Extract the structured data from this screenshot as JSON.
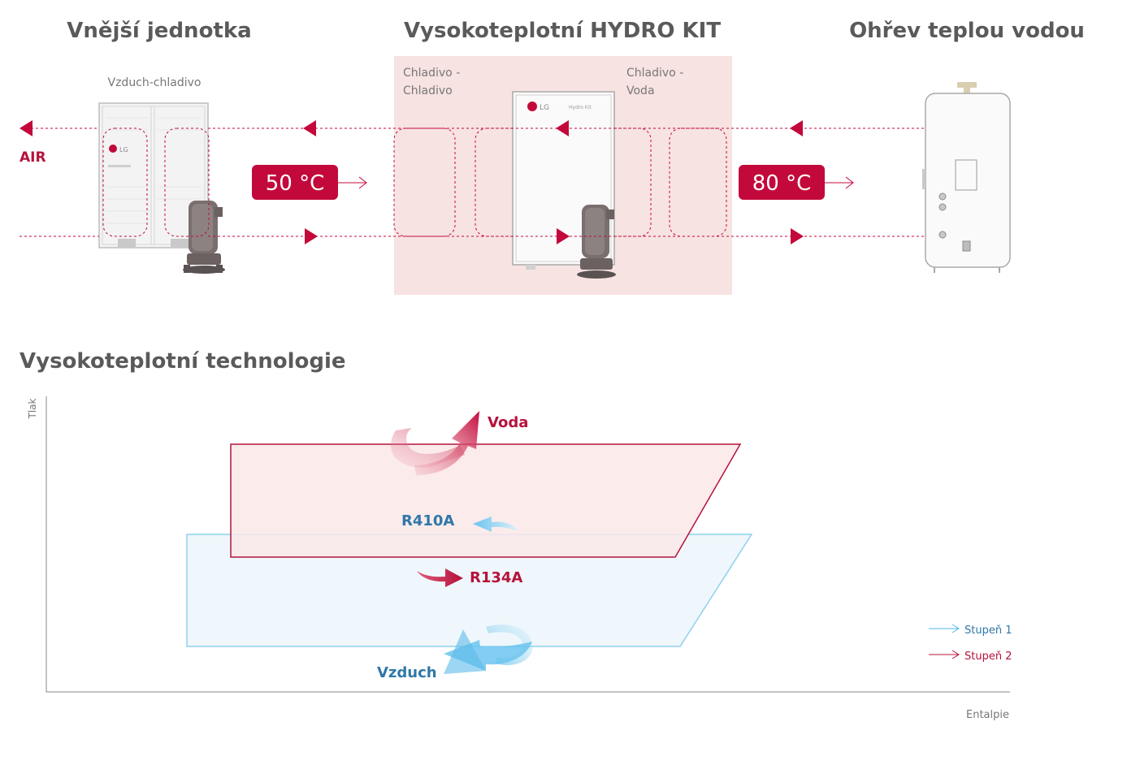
{
  "colors": {
    "accent": "#c3093b",
    "accent_dark": "#a40f37",
    "blue": "#4fb8e8",
    "blue_text": "#2f78a8",
    "panel_pink": "#f7e3e1",
    "text_gray": "#5a5a5a"
  },
  "top": {
    "outdoor_title": "Vnější jednotka",
    "hydro_title": "Vysokoteplotní HYDRO KIT",
    "water_title": "Ohřev teplou vodou",
    "outdoor_sub": "Vzduch-chladivo",
    "rr_label_1": "Chladivo -",
    "rr_label_2": "Chladivo",
    "rw_label_1": "Chladivo -",
    "rw_label_2": "Voda",
    "air_label": "AIR",
    "temp_low": "50 °C",
    "temp_high": "80 °C",
    "logo_text": "LG",
    "hydro_model": "Hydro Kit"
  },
  "chart_title": "Vysokoteplotní technologie",
  "chart_data": {
    "type": "diagram",
    "title": "Vysokoteplotní technologie",
    "ylabel": "Tlak",
    "xlabel": "Entalpie",
    "annotations": [
      "Voda",
      "R410A",
      "R134A",
      "Vzduch"
    ],
    "legend": {
      "position": "bottom-right",
      "entries": [
        {
          "label": "Stupeň 1",
          "color": "#4fb8e8"
        },
        {
          "label": "Stupeň 2",
          "color": "#b5123c"
        }
      ]
    }
  }
}
